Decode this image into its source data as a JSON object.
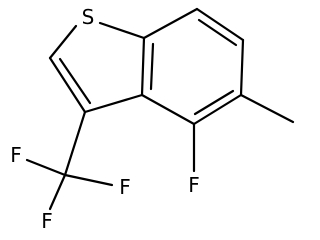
{
  "molecule": {
    "structure_type": "skeletal-formula",
    "atom_labels": {
      "sulfur": "S",
      "fluorine_ring": "F",
      "cf3_fluorine_left": "F",
      "cf3_fluorine_right": "F",
      "cf3_fluorine_bottom": "F"
    },
    "colors": {
      "ink": "#000000",
      "background": "#ffffff"
    }
  }
}
